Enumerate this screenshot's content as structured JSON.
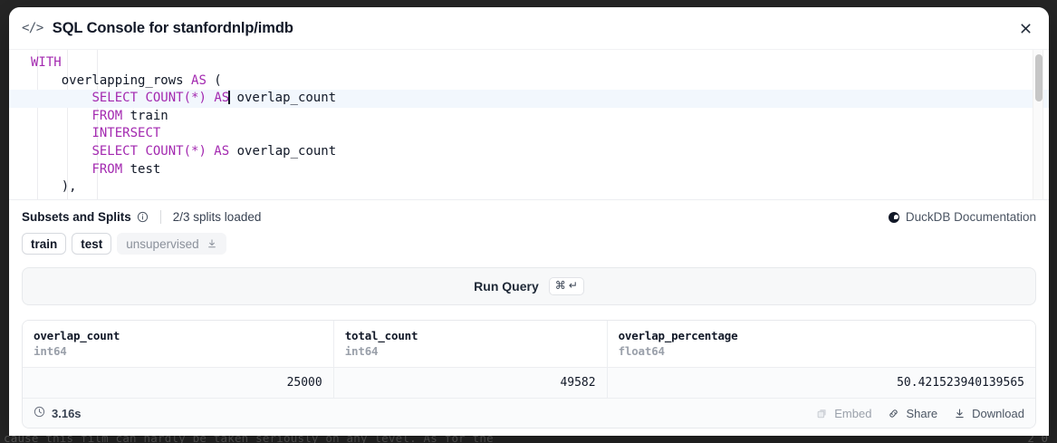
{
  "background": {
    "left_text": "cause this film can hardly be taken seriously on any level. As for the",
    "right_text": "2    0"
  },
  "modal": {
    "icon": "code-brackets-icon",
    "title": "SQL Console for stanfordnlp/imdb",
    "close_icon": "close-icon"
  },
  "editor": {
    "lines": [
      {
        "indent": 0,
        "tokens": [
          {
            "t": "WITH",
            "kw": true
          }
        ]
      },
      {
        "indent": 1,
        "tokens": [
          {
            "t": "overlapping_rows "
          },
          {
            "t": "AS",
            "kw": true
          },
          {
            "t": " ("
          }
        ]
      },
      {
        "indent": 2,
        "active": true,
        "tokens": [
          {
            "t": "SELECT COUNT",
            "kw": true
          },
          {
            "t": "(",
            "kw": true
          },
          {
            "t": "*",
            "kw": true
          },
          {
            "t": ") ",
            "kw": true
          },
          {
            "t": "AS",
            "kw": true
          },
          {
            "t": "CARET"
          },
          {
            "t": " overlap_count"
          }
        ]
      },
      {
        "indent": 2,
        "tokens": [
          {
            "t": "FROM",
            "kw": true
          },
          {
            "t": " train"
          }
        ]
      },
      {
        "indent": 2,
        "tokens": [
          {
            "t": "INTERSECT",
            "kw": true
          }
        ]
      },
      {
        "indent": 2,
        "tokens": [
          {
            "t": "SELECT COUNT(*) AS",
            "kw": true
          },
          {
            "t": " overlap_count"
          }
        ]
      },
      {
        "indent": 2,
        "tokens": [
          {
            "t": "FROM",
            "kw": true
          },
          {
            "t": " test"
          }
        ]
      },
      {
        "indent": 1,
        "tokens": [
          {
            "t": "),"
          }
        ]
      }
    ],
    "scrollbar": "vertical-scrollbar"
  },
  "subsets": {
    "label": "Subsets and Splits",
    "info_icon": "info-icon",
    "splits_loaded": "2/3 splits loaded",
    "duckdb_link": "DuckDB Documentation",
    "duckdb_icon": "duckdb-icon",
    "chips": [
      {
        "label": "train",
        "state": "active"
      },
      {
        "label": "test",
        "state": "active"
      },
      {
        "label": "unsupervised",
        "state": "muted",
        "icon": "download-icon"
      }
    ]
  },
  "run_query": {
    "label": "Run Query",
    "shortcut_cmd": "⌘",
    "shortcut_enter": "↵"
  },
  "results": {
    "columns": [
      {
        "name": "overlap_count",
        "type": "int64"
      },
      {
        "name": "total_count",
        "type": "int64"
      },
      {
        "name": "overlap_percentage",
        "type": "float64"
      }
    ],
    "rows": [
      [
        "25000",
        "49582",
        "50.421523940139565"
      ]
    ]
  },
  "footer": {
    "clock_icon": "clock-icon",
    "timing": "3.16s",
    "actions": [
      {
        "label": "Embed",
        "icon": "copy-icon",
        "dim": true
      },
      {
        "label": "Share",
        "icon": "link-icon",
        "dim": false
      },
      {
        "label": "Download",
        "icon": "download-icon",
        "dim": false
      }
    ]
  }
}
